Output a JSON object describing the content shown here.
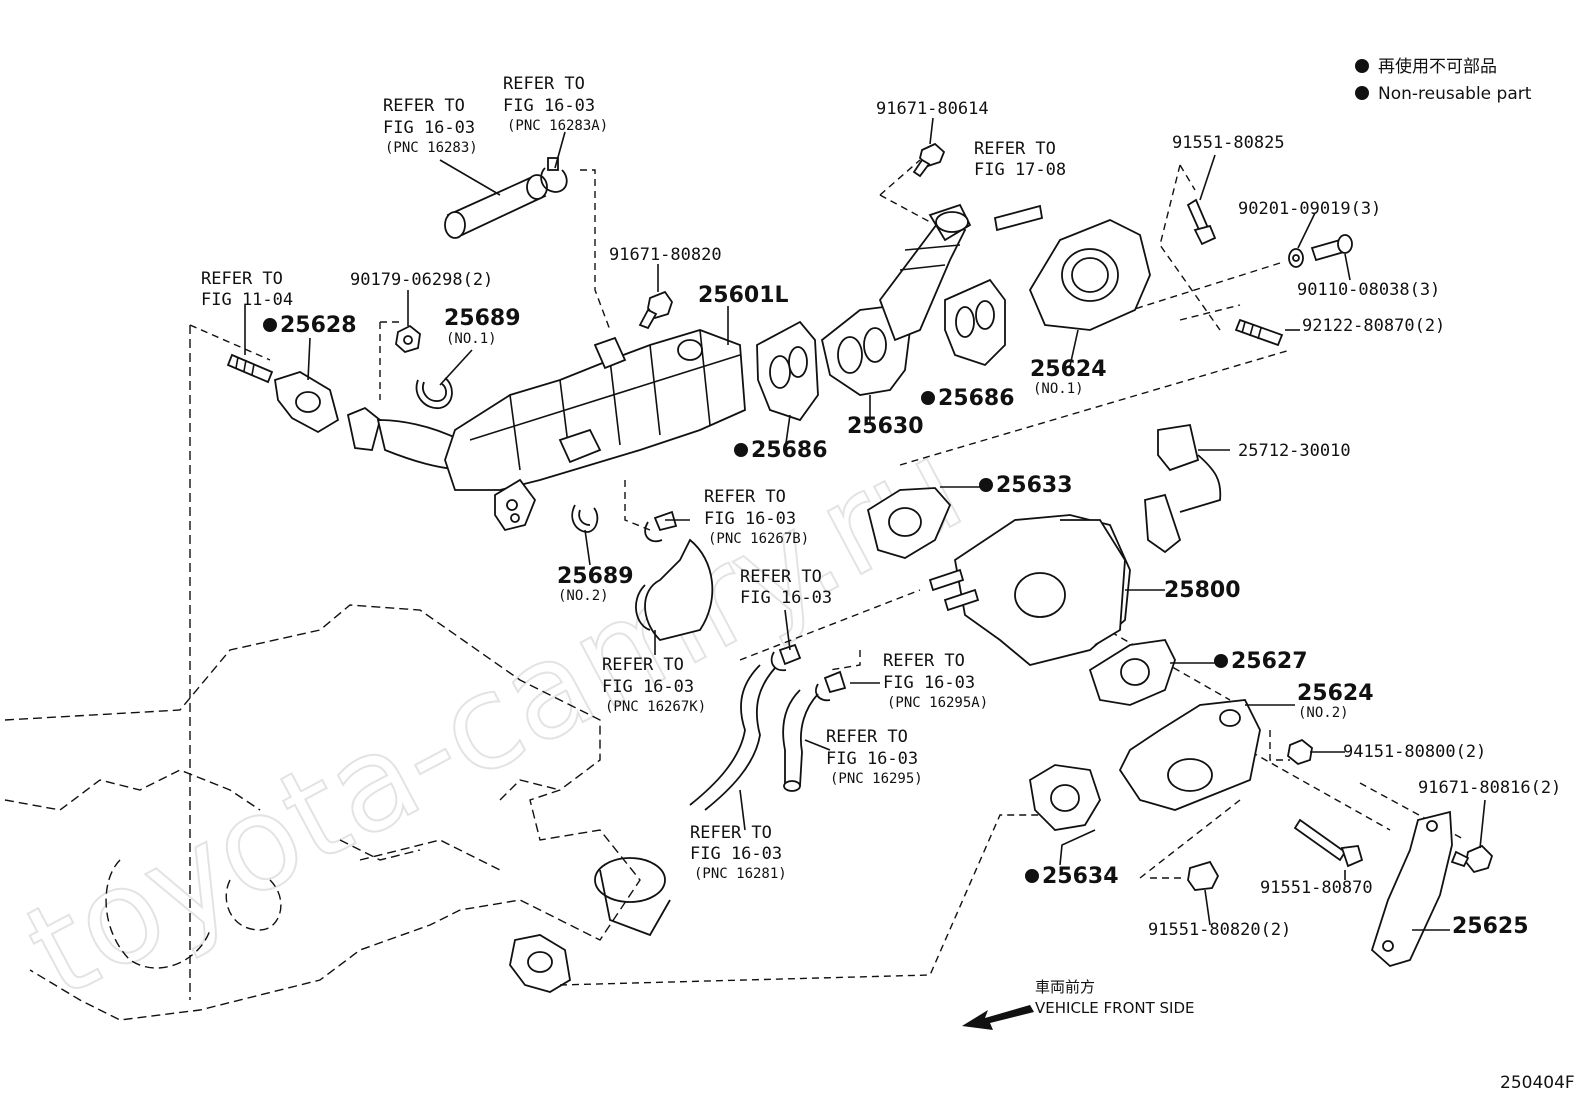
{
  "legend": {
    "jp": "再使用不可部品",
    "en": "Non-reusable part"
  },
  "watermark": "toyota-camry.ru",
  "diagram_id": "250404F",
  "front_side": {
    "jp": "車両前方",
    "en": "VEHICLE FRONT SIDE"
  },
  "refer": {
    "r1": {
      "line1": "REFER TO",
      "line2": "FIG 16-03",
      "line3": "(PNC 16283)"
    },
    "r2": {
      "line1": "REFER TO",
      "line2": "FIG 16-03",
      "line3": "(PNC 16283A)"
    },
    "r3": {
      "line1": "REFER TO",
      "line2": "FIG 11-04"
    },
    "r4": {
      "line1": "REFER TO",
      "line2": "FIG 17-08"
    },
    "r5": {
      "line1": "REFER TO",
      "line2": "FIG 16-03",
      "line3": "(PNC 16267B)"
    },
    "r6": {
      "line1": "REFER TO",
      "line2": "FIG 16-03"
    },
    "r7": {
      "line1": "REFER TO",
      "line2": "FIG 16-03",
      "line3": "(PNC 16267K)"
    },
    "r8": {
      "line1": "REFER TO",
      "line2": "FIG 16-03",
      "line3": "(PNC 16295A)"
    },
    "r9": {
      "line1": "REFER TO",
      "line2": "FIG 16-03",
      "line3": "(PNC 16295)"
    },
    "r10": {
      "line1": "REFER TO",
      "line2": "FIG 16-03",
      "line3": "(PNC 16281)"
    }
  },
  "parts": {
    "p25628": "25628",
    "p90179": "90179-06298(2)",
    "p25689a": "25689",
    "p25689a_sub": "(NO.1)",
    "p91671_820": "91671-80820",
    "p25601L": "25601L",
    "p91671_614": "91671-80614",
    "p91551_825": "91551-80825",
    "p90201": "90201-09019(3)",
    "p90110": "90110-08038(3)",
    "p92122": "92122-80870(2)",
    "p25624a": "25624",
    "p25624a_sub": "(NO.1)",
    "p25630": "25630",
    "p25686a": "25686",
    "p25686b": "25686",
    "p25712": "25712-30010",
    "p25633": "25633",
    "p25689b": "25689",
    "p25689b_sub": "(NO.2)",
    "p25800": "25800",
    "p25627": "25627",
    "p25624b": "25624",
    "p25624b_sub": "(NO.2)",
    "p94151": "94151-80800(2)",
    "p91671_816": "91671-80816(2)",
    "p25634": "25634",
    "p91551_870": "91551-80870",
    "p91551_820": "91551-80820(2)",
    "p25625": "25625"
  }
}
